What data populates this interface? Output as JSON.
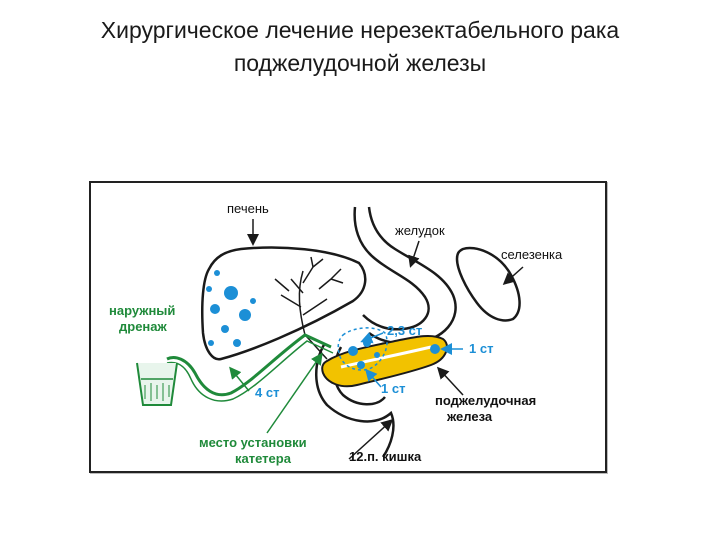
{
  "title": {
    "line1": "Хирургическое лечение нерезектабельного рака",
    "line2": "поджелудочной железы"
  },
  "figure": {
    "labels": {
      "liver": "печень",
      "stomach": "желудок",
      "spleen": "селезенка",
      "external_drain_line1": "наружный",
      "external_drain_line2": "дренаж",
      "stage_2_3": "2,3 ст",
      "stage_1_right": "1 ст",
      "stage_4": "4 ст",
      "stage_1_bottom": "1 ст",
      "pancreas_line1": "поджелудочная",
      "pancreas_line2": "железа",
      "catheter_site_line1": "место установки",
      "catheter_site_line2": "катетера",
      "duodenum": "12.п. кишка"
    },
    "colors": {
      "outline": "#1a1a1a",
      "green": "#1f8a3a",
      "blue": "#1c8fd6",
      "pancreas": "#f2c200"
    }
  }
}
